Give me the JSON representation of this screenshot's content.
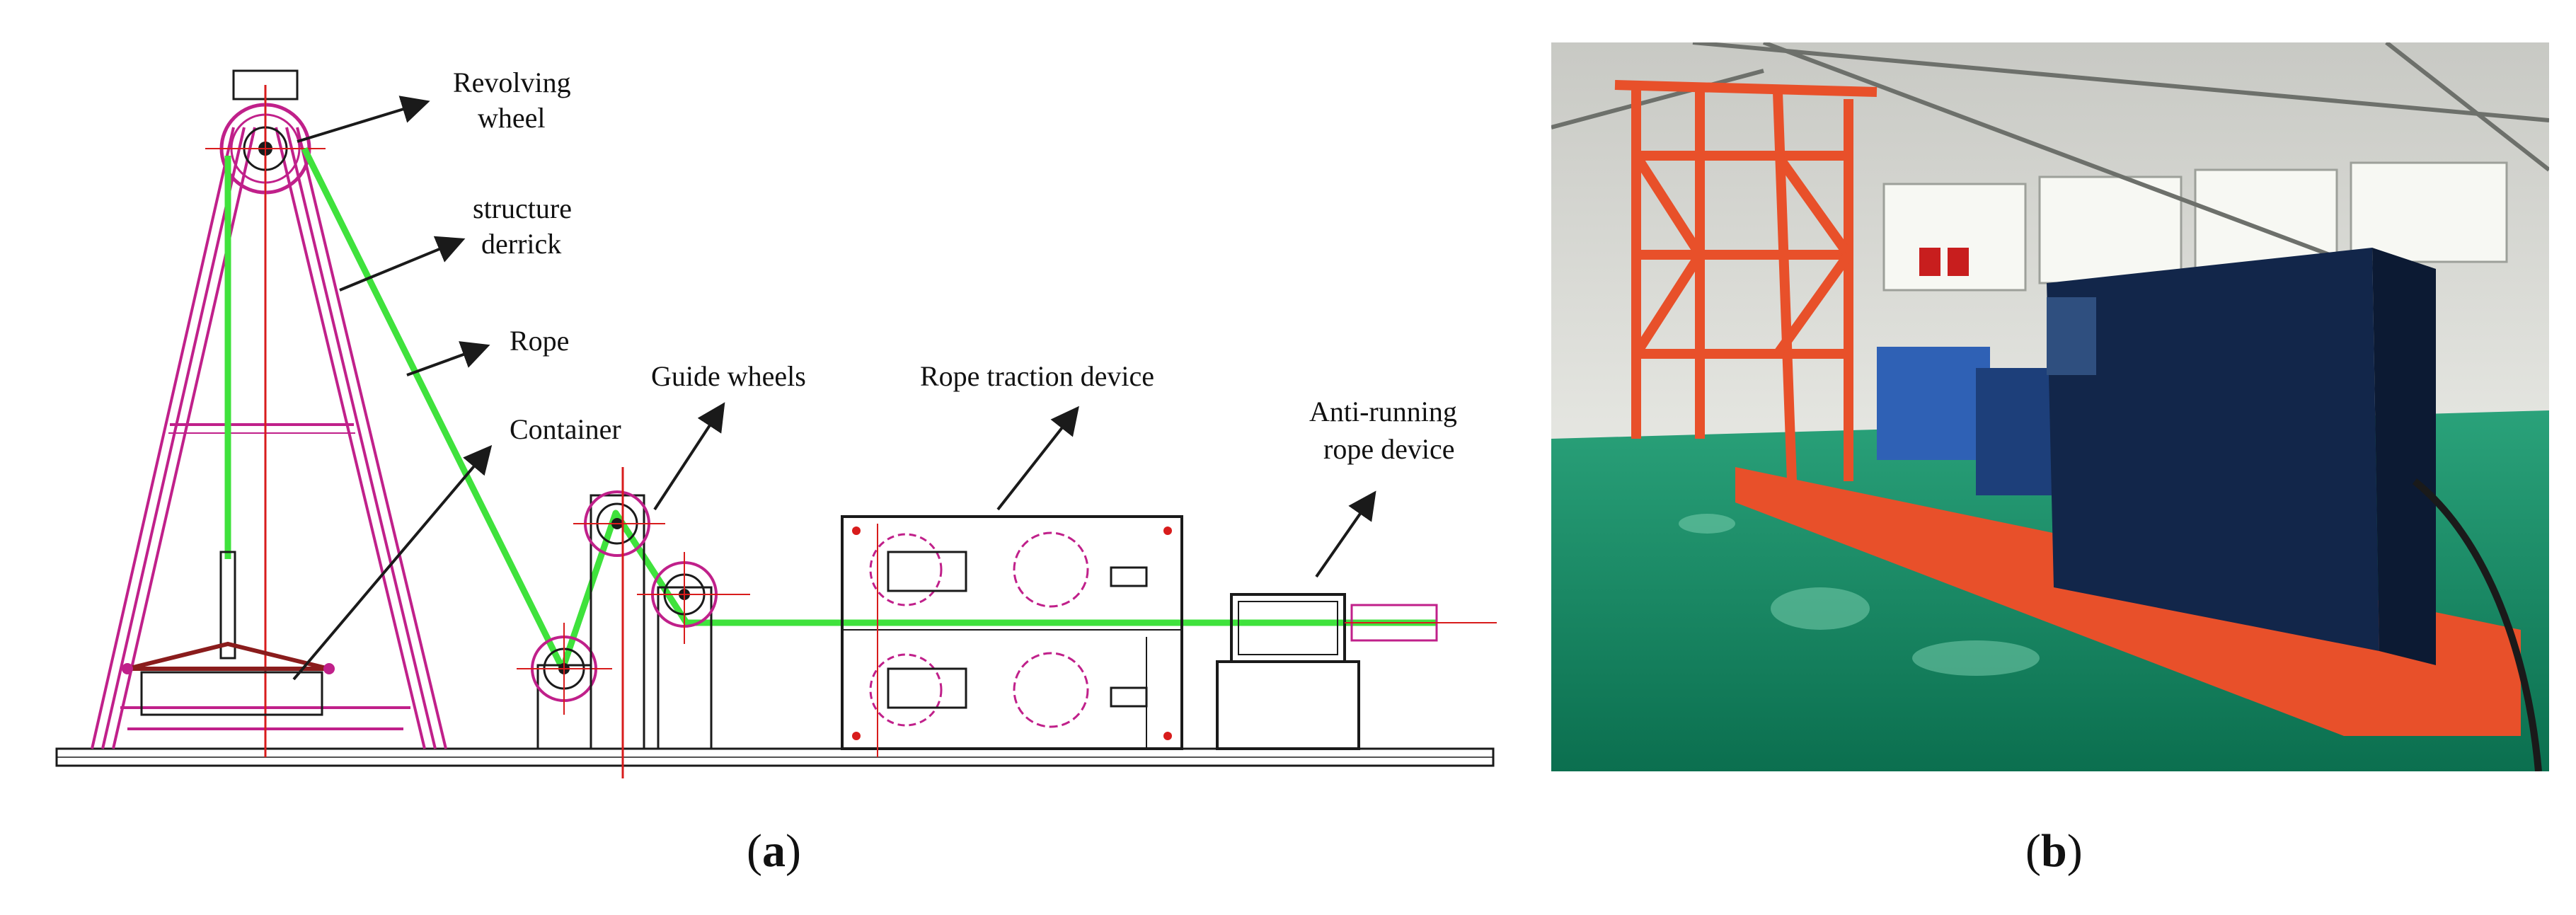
{
  "panels": {
    "a": {
      "caption_open": "(",
      "caption_letter": "a",
      "caption_close": ")",
      "labels": {
        "revolving_wheel_line1": "Revolving",
        "revolving_wheel_line2": "wheel",
        "structure_derrick_line1": "structure",
        "structure_derrick_line2": "derrick",
        "rope": "Rope",
        "container": "Container",
        "guide_wheels": "Guide wheels",
        "rope_traction_device": "Rope traction device",
        "anti_running_line1": "Anti-running",
        "anti_running_line2": "rope device"
      }
    },
    "b": {
      "caption_open": "(",
      "caption_letter": "b",
      "caption_close": ")"
    }
  },
  "colors": {
    "frame": "#c0208a",
    "rope": "#3fe23c",
    "centerline": "#d81c1c",
    "outline": "#1a1a1a",
    "photo_floor": "#0f8a63",
    "photo_orange": "#e8502a",
    "photo_blue": "#1d3f7a"
  }
}
